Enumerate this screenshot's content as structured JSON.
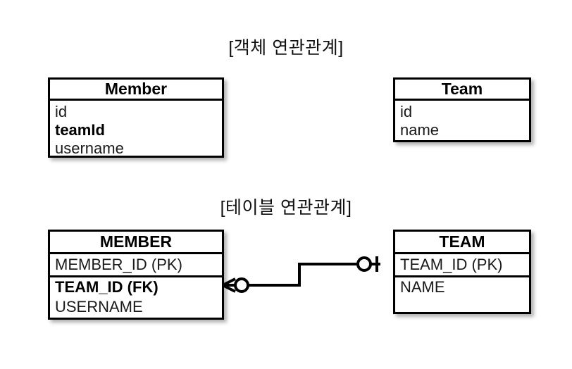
{
  "diagram": {
    "background": "#ffffff",
    "line_color": "#000000",
    "sections": {
      "object": {
        "title": "[객체 연관관계]"
      },
      "table": {
        "title": "[테이블 연관관계]"
      }
    }
  },
  "object_model": {
    "member": {
      "name": "Member",
      "attributes": [
        {
          "label": "id",
          "bold": false
        },
        {
          "label": "teamId",
          "bold": true
        },
        {
          "label": "username",
          "bold": false
        }
      ]
    },
    "team": {
      "name": "Team",
      "attributes": [
        {
          "label": "id",
          "bold": false
        },
        {
          "label": "name",
          "bold": false
        }
      ]
    }
  },
  "table_model": {
    "member": {
      "name": "MEMBER",
      "columns": [
        {
          "label": "MEMBER_ID (PK)",
          "bold": false
        },
        {
          "label": "TEAM_ID (FK)",
          "bold": true
        },
        {
          "label": "USERNAME",
          "bold": false
        }
      ]
    },
    "team": {
      "name": "TEAM",
      "columns": [
        {
          "label": "TEAM_ID (PK)",
          "bold": false
        },
        {
          "label": "NAME",
          "bold": false
        }
      ]
    },
    "relationship": {
      "from": "MEMBER",
      "to": "TEAM",
      "from_cardinality": "zero-or-many",
      "to_cardinality": "zero-or-one",
      "notation": "crows-foot"
    }
  }
}
